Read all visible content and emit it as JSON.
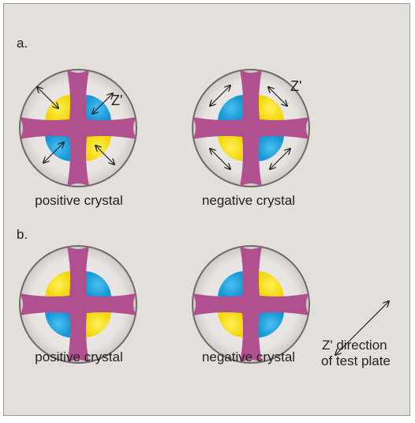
{
  "panel_a": {
    "label": "a.",
    "left_caption": "positive crystal",
    "right_caption": "negative crystal",
    "z_marker_left": "Z'",
    "z_marker_right": "Z'"
  },
  "panel_b": {
    "label": "b.",
    "left_caption": "positive crystal",
    "right_caption": "negative crystal"
  },
  "test_plate": {
    "line1": "Z' direction",
    "line2": "of test plate"
  },
  "colors": {
    "background": "#e3dfdb",
    "disc": "#e9e7e6",
    "isogyre": "#b1508f",
    "yellow": "#f7e416",
    "blue": "#1ba5e2",
    "rim": "#6f6a67",
    "arrow": "#222222"
  },
  "icons": [
    "double-arrow-icon"
  ]
}
